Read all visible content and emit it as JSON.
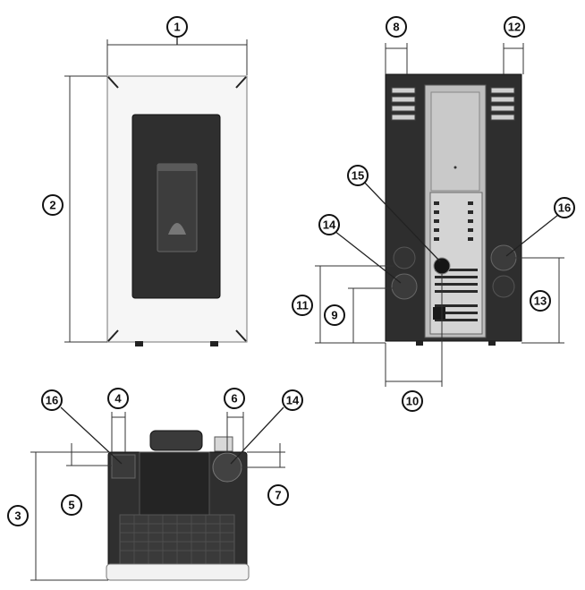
{
  "callouts": {
    "c1": "1",
    "c2": "2",
    "c3": "3",
    "c4": "4",
    "c5": "5",
    "c6": "6",
    "c7": "7",
    "c8": "8",
    "c9": "9",
    "c10": "10",
    "c11": "11",
    "c12": "12",
    "c13": "13",
    "c14a": "14",
    "c15": "15",
    "c16a": "16",
    "c14b": "14",
    "c16b": "16"
  },
  "colors": {
    "body_dark": "#2b2b2b",
    "panel_dark": "#3a3a3a",
    "frame_light": "#f4f4f4",
    "back_grey": "#bfbfbf",
    "line": "#333333"
  }
}
